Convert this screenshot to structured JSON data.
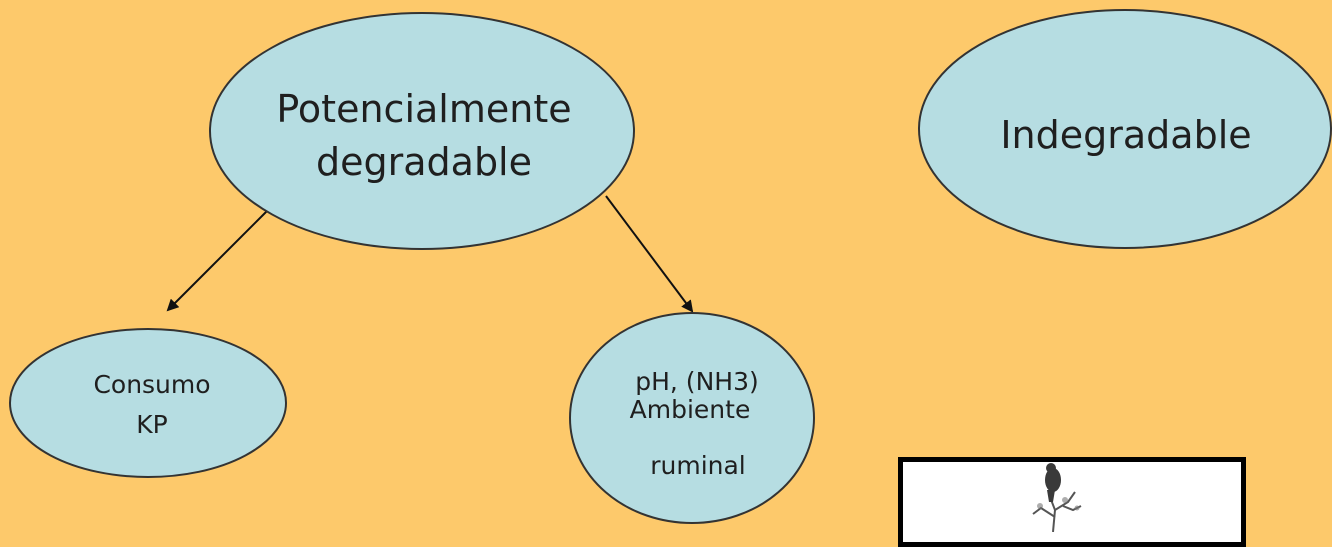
{
  "nodes": {
    "potential": {
      "line1": "Potencialmente",
      "line2": "degradable"
    },
    "indegradable": {
      "label": "Indegradable"
    },
    "consumo": {
      "line1": "Consumo",
      "line2": "KP"
    },
    "ambiente": {
      "line1": "pH,  (NH3)",
      "line2": "Ambiente",
      "line3": "ruminal"
    }
  },
  "edges": [
    {
      "from": "potential",
      "to": "consumo"
    },
    {
      "from": "potential",
      "to": "ambiente"
    }
  ],
  "colors": {
    "background": "#FDC96B",
    "node_fill": "#B6DDE2",
    "node_stroke": "#333333",
    "arrow": "#111111"
  },
  "photo": {
    "icon": "animal-on-tree-photo"
  }
}
